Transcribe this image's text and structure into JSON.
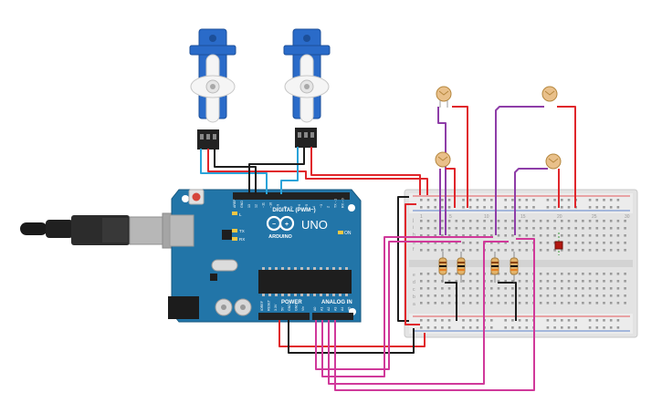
{
  "arduino": {
    "brand": "UNO",
    "logo_text": "ARDUINO",
    "digital_header_label": "DIGITAL (PWM~)",
    "power_label": "POWER",
    "analog_label": "ANALOG IN",
    "on_label": "ON",
    "tx_label": "TX",
    "rx_label": "RX",
    "l_label": "L",
    "power_pins": [
      "IOREF",
      "RESET",
      "3.3V",
      "5V",
      "GND",
      "GND",
      "Vin"
    ],
    "analog_pins": [
      "A0",
      "A1",
      "A2",
      "A3",
      "A4",
      "A5"
    ],
    "digital_pins": [
      "AREF",
      "GND",
      "13",
      "12",
      "~11",
      "~10",
      "~9",
      "8",
      "7",
      "~6",
      "~5",
      "4",
      "~3",
      "2",
      "TX→1",
      "RX←0"
    ]
  },
  "breadboard": {
    "row_letters_top": [
      "j",
      "i",
      "h",
      "g",
      "f"
    ],
    "row_letters_bottom": [
      "e",
      "d",
      "c",
      "b",
      "a"
    ],
    "column_numbers": [
      "1",
      "5",
      "10",
      "15",
      "20",
      "25",
      "30"
    ]
  },
  "colors": {
    "wire_red": "#e0262b",
    "wire_black": "#1d1d1d",
    "wire_blue": "#2aa3d9",
    "wire_purple": "#8e3da8",
    "wire_magenta": "#d0399a",
    "board_blue": "#2275a8",
    "servo_blue": "#2a6bc9",
    "led_red": "#b2160f"
  }
}
